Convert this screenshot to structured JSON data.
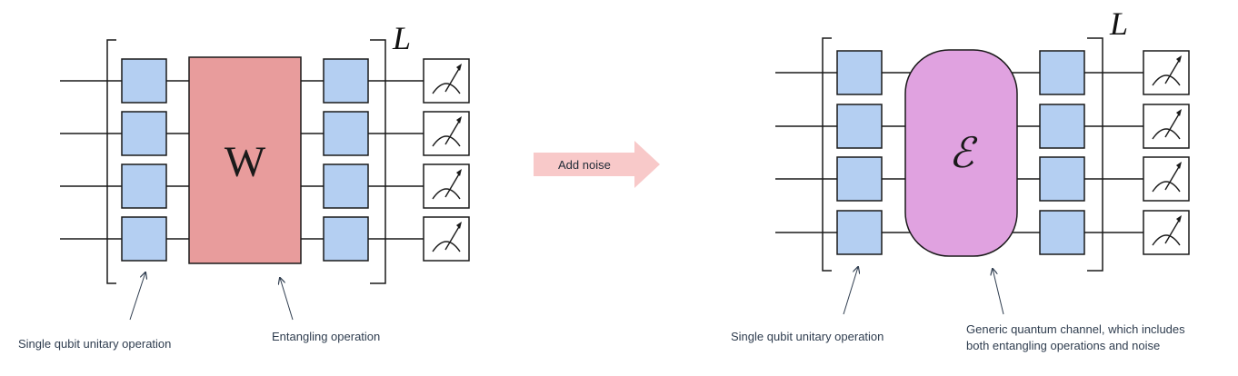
{
  "left_circuit": {
    "entangler_label": "W",
    "repeat_label": "L",
    "annotation_single": "Single qubit unitary operation",
    "annotation_entangle": "Entangling operation"
  },
  "transition": {
    "label": "Add noise"
  },
  "right_circuit": {
    "channel_label": "ℰ",
    "repeat_label": "L",
    "annotation_single": "Single qubit unitary operation",
    "annotation_channel_line1": "Generic quantum channel, which includes",
    "annotation_channel_line2": "both entangling operations and noise"
  },
  "colors": {
    "single_gate": "#b4cff2",
    "entangler": "#e89c9c",
    "channel": "#e0a2e0",
    "arrow": "#f8c9c9"
  }
}
